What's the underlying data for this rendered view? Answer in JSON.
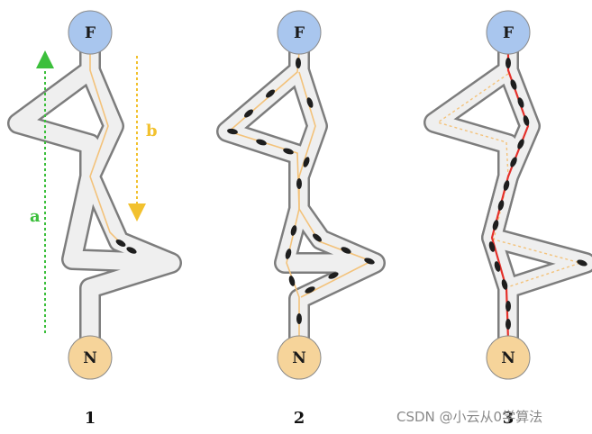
{
  "nodes": {
    "food": "F",
    "nest": "N"
  },
  "panels": [
    {
      "label": "1"
    },
    {
      "label": "2"
    },
    {
      "label": "3"
    }
  ],
  "arrows": {
    "a": {
      "label": "a",
      "color": "#3cbf3c"
    },
    "b": {
      "label": "b",
      "color": "#f2c12e"
    }
  },
  "colors": {
    "food_node": "#a9c6ee",
    "nest_node": "#f6d49a",
    "path_fill": "#efefef",
    "path_border": "#7d7d7d",
    "trail_light": "#f3c27a",
    "trail_strong": "#e5302a",
    "ant": "#1e1e1e"
  },
  "watermark": "CSDN @小云从0学算法"
}
